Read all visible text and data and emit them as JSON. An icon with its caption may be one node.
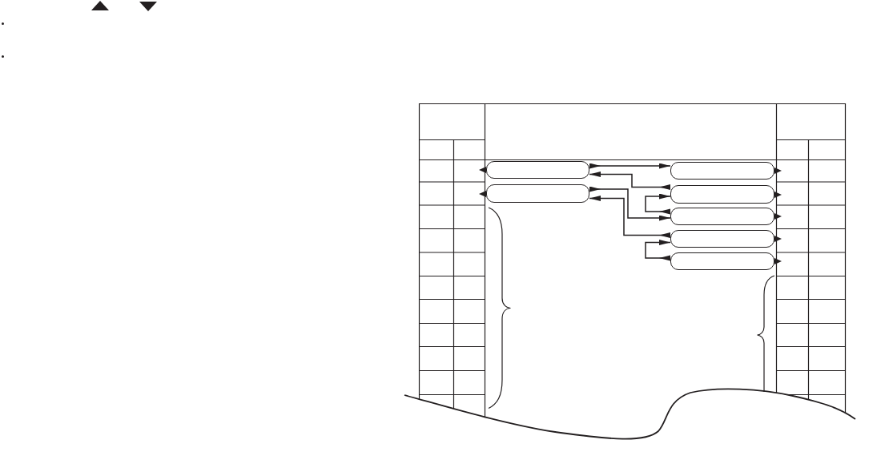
{
  "diagram": {
    "nodes": [
      {
        "text": [],
        "shape": "box"
      },
      {
        "text": [],
        "shape": "box"
      },
      {
        "text": [],
        "shape": "box"
      },
      {
        "text": [],
        "shape": "box"
      },
      {
        "text": [],
        "shape": "box"
      },
      {
        "text": [],
        "shape": "box"
      },
      {
        "text": [],
        "shape": "box"
      }
    ],
    "edges": [
      {
        "from": 0,
        "to": 1,
        "arrow": "to"
      },
      {
        "from": 3,
        "to": 0,
        "arrow": "to"
      },
      {
        "from": 2,
        "to": 4,
        "arrow": "to"
      },
      {
        "from": 5,
        "to": 2,
        "arrow": "to"
      },
      {
        "from": 4,
        "to": 3,
        "arrow": "to"
      },
      {
        "from": 6,
        "to": 5,
        "arrow": "to"
      }
    ]
  }
}
